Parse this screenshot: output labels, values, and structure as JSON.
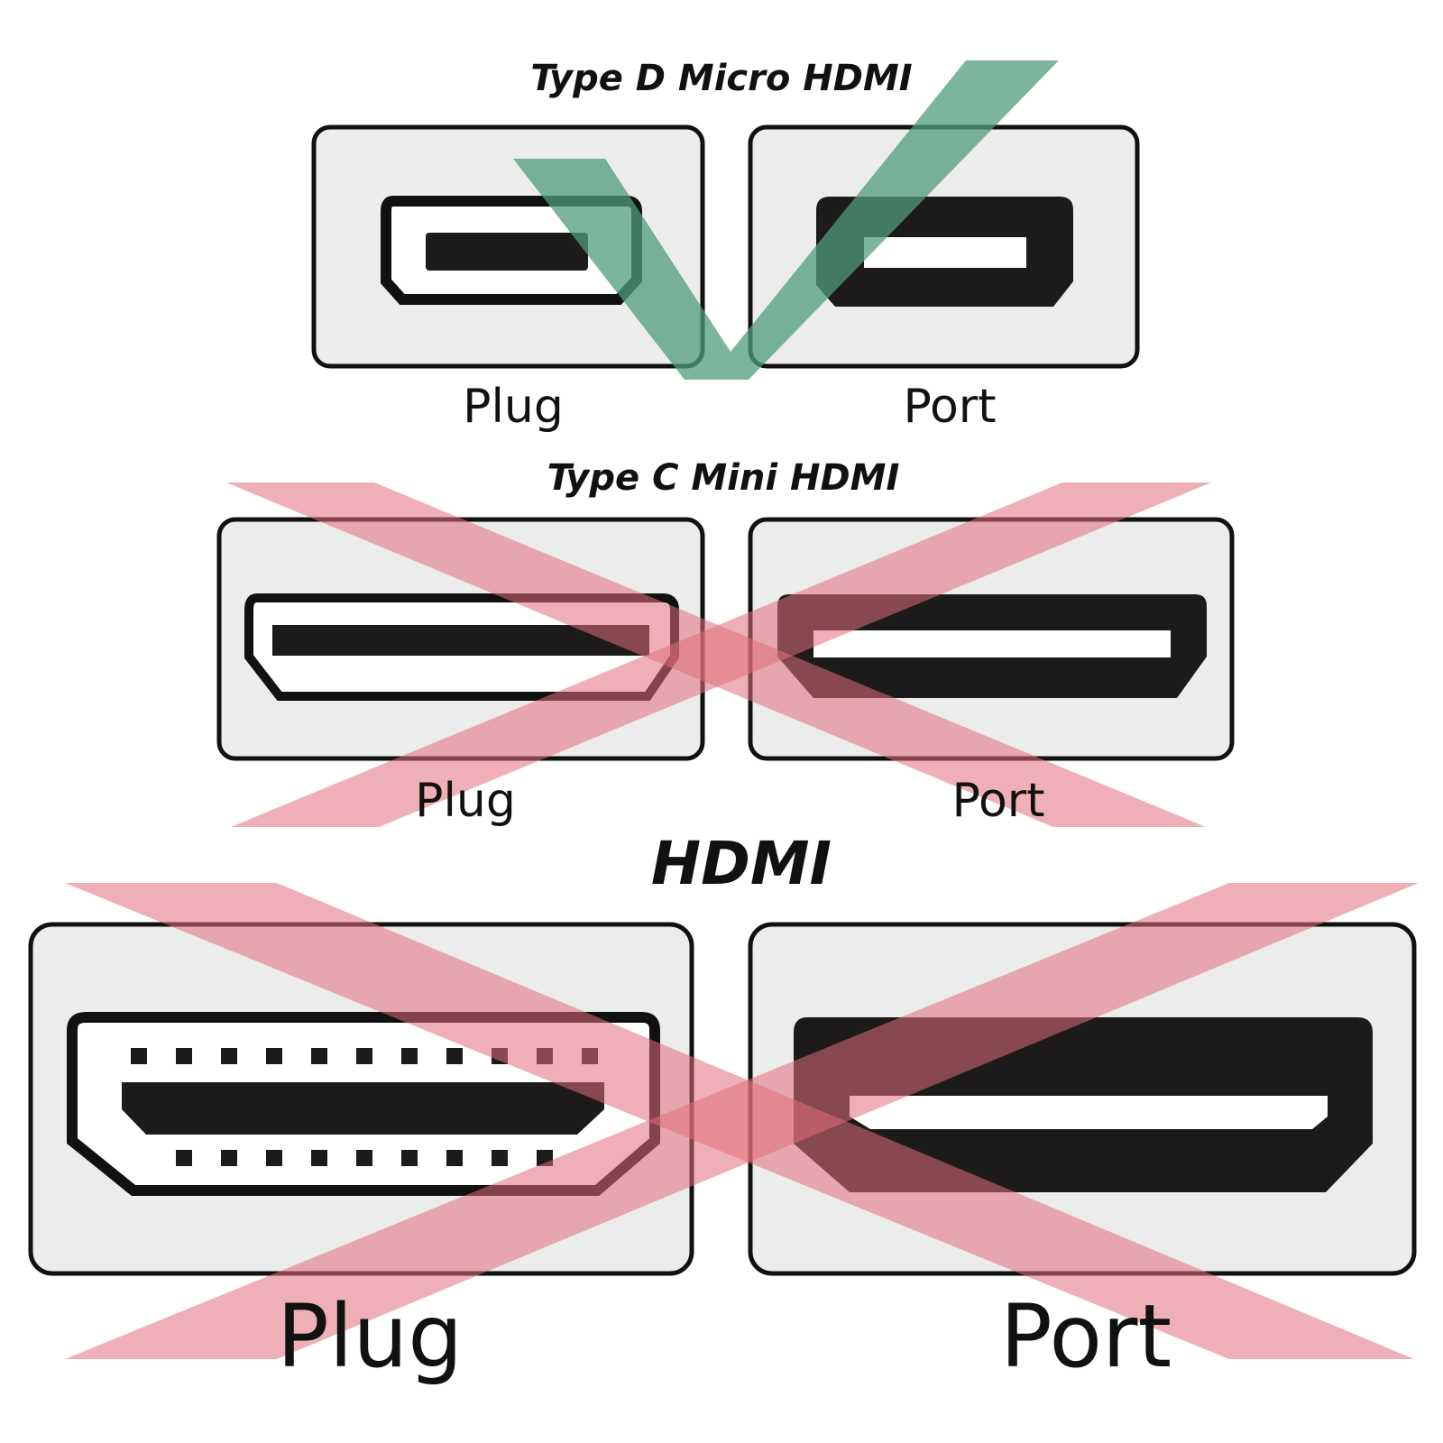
{
  "sections": [
    {
      "title": "Type D Micro HDMI",
      "plug_label": "Plug",
      "port_label": "Port",
      "status": "compatible"
    },
    {
      "title": "Type C Mini HDMI",
      "plug_label": "Plug",
      "port_label": "Port",
      "status": "incompatible"
    },
    {
      "title": "HDMI",
      "plug_label": "Plug",
      "port_label": "Port",
      "status": "incompatible"
    }
  ],
  "colors": {
    "check": "#4f9c7a",
    "cross": "#e0707a",
    "outline": "#111111",
    "panel": "#ececec"
  }
}
